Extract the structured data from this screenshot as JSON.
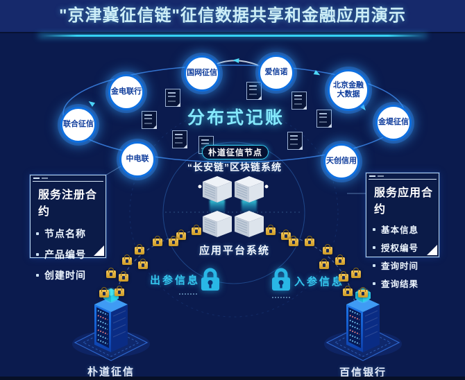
{
  "title": "\"京津冀征信链\"征信数据共享和金融应用演示",
  "ring": {
    "center_label": "分布式记账",
    "nodes": [
      {
        "label": "联合征信"
      },
      {
        "label": "金电联行"
      },
      {
        "label": "国网征信"
      },
      {
        "label": "爱信诺"
      },
      {
        "label": "北京金融大数据"
      },
      {
        "label": "金堤征信"
      },
      {
        "label": "天创信用"
      },
      {
        "label": "中电联"
      }
    ]
  },
  "core": {
    "node_badge": "朴道征信节点",
    "chain_label": "“长安链”区块链系统",
    "platform_label": "应用平台系统"
  },
  "contracts": {
    "register": {
      "title": "服务注册合约",
      "items": [
        {
          "label": "节点名称"
        },
        {
          "label": "产品编号"
        },
        {
          "label": "创建时间"
        }
      ]
    },
    "apply": {
      "title": "服务应用合约",
      "items": [
        {
          "label": "基本信息"
        },
        {
          "label": "授权编号"
        },
        {
          "label": "查询时间"
        },
        {
          "label": "查询结果"
        }
      ]
    }
  },
  "flows": {
    "out_label": "出参信息",
    "in_label": "入参信息"
  },
  "endpoints": {
    "left_label": "朴道征信",
    "right_label": "百信银行"
  },
  "icons": {
    "document": "document-icon",
    "gold_lock": "lock-folder-icon",
    "cyan_padlock": "padlock-icon",
    "cube": "cube-icon",
    "server_tower": "server-tower-icon",
    "flow_arrow": "arrow-icon"
  },
  "colors": {
    "background": "#0b1b4e",
    "header_bg": "#16296b",
    "accent_cyan": "#35d2f2",
    "node_ring_blue": "#0e6fe0",
    "node_text_blue": "#0d3b9b",
    "gold": "#dcab36",
    "panel_border": "#b9d4ee",
    "title_text": "#cdeef7"
  }
}
